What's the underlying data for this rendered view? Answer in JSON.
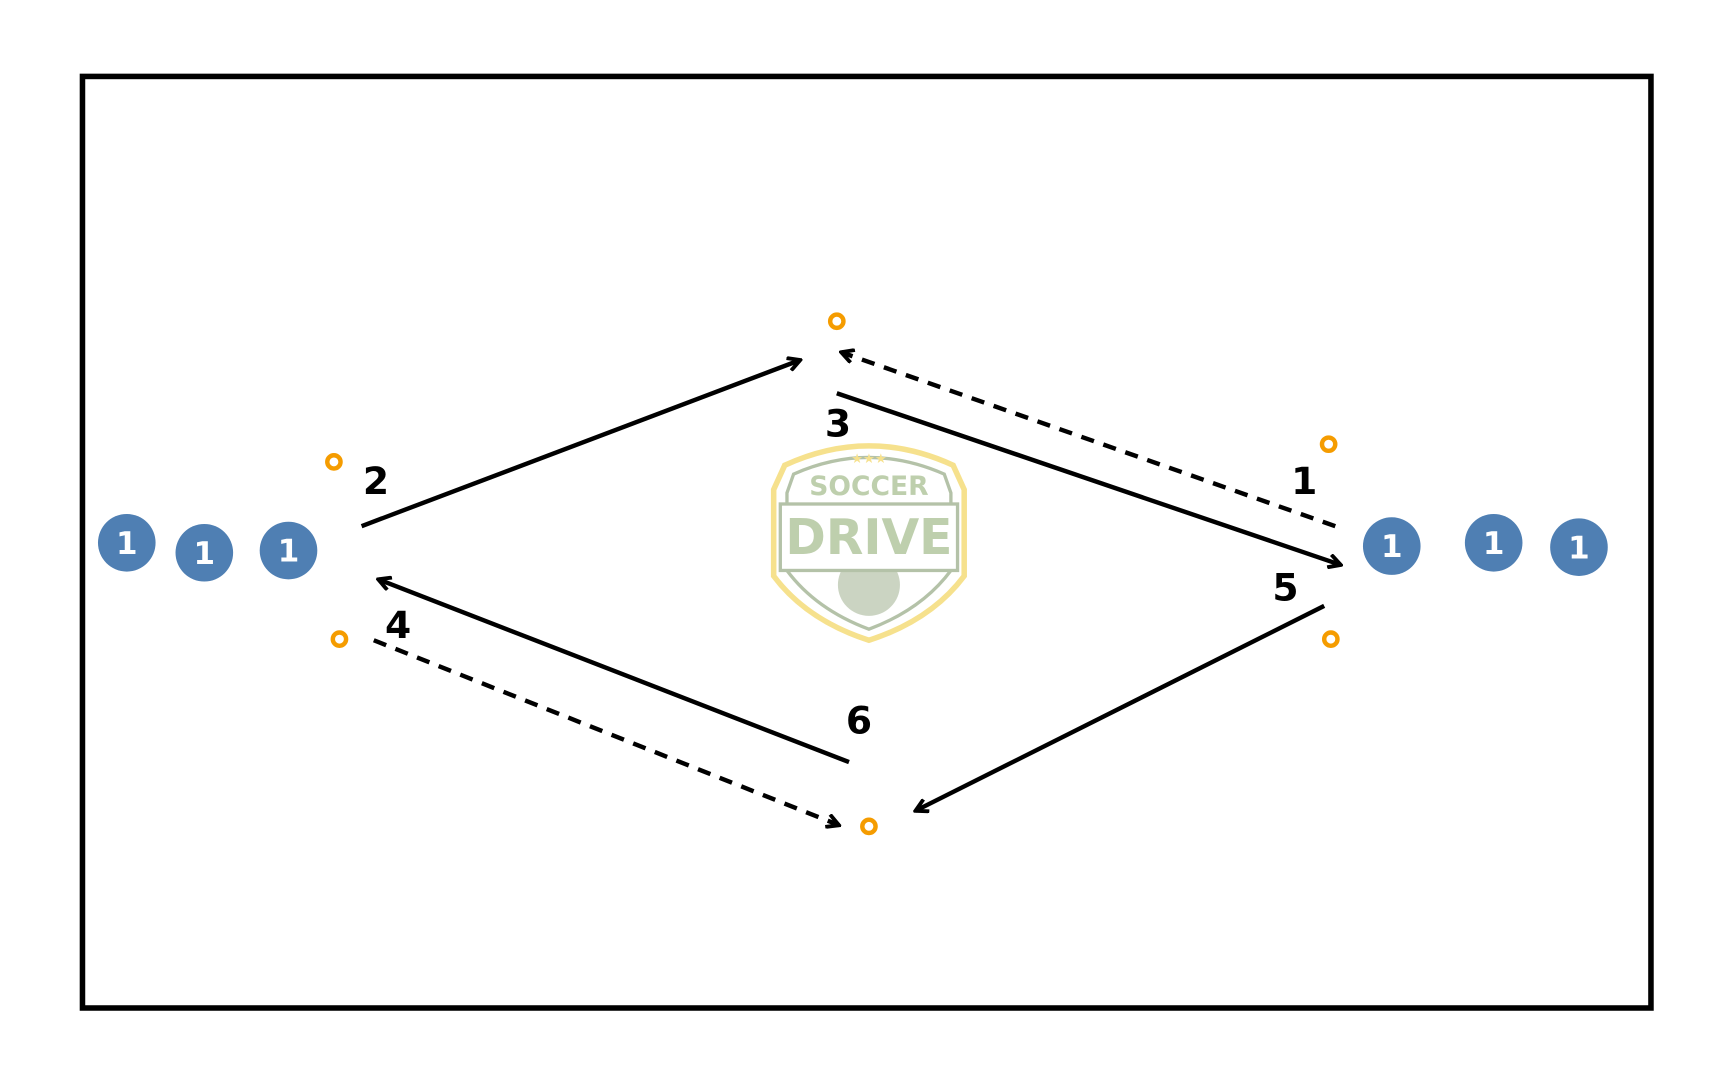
{
  "diagram": {
    "colors": {
      "player": "#4f7fb3",
      "cone": "#f59c00",
      "line": "#000000",
      "logo_green": "#b3c79f",
      "logo_gold": "#f5dc7a"
    },
    "player_label": "1",
    "step_labels": [
      "1",
      "2",
      "3",
      "4",
      "5",
      "6"
    ],
    "logo": {
      "top": "SOCCER",
      "bottom": "DRIVE"
    }
  }
}
